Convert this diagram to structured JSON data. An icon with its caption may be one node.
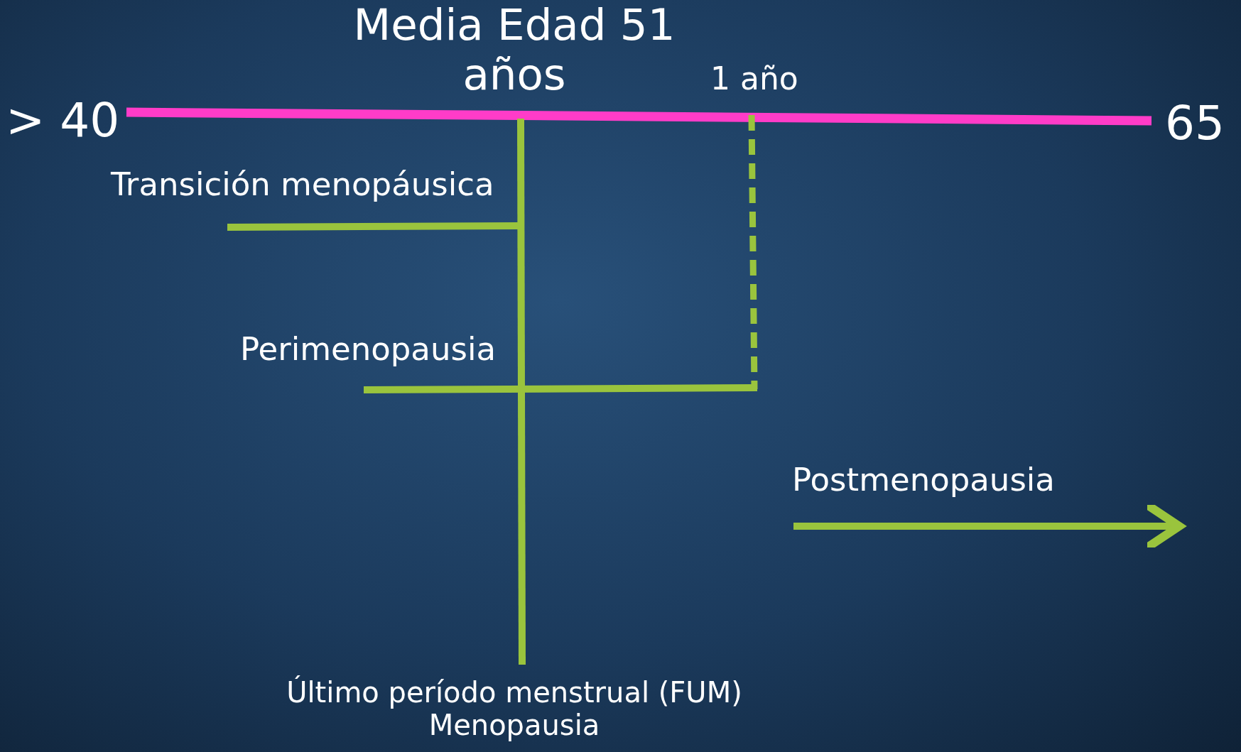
{
  "diagram": {
    "labels": [
      "Media Edad 51 años",
      "1 año",
      "> 40",
      "65",
      "Transición menopáusica",
      "Perimenopausia",
      "Postmenopausia",
      "Último período menstrual (FUM) Menopausia"
    ]
  }
}
